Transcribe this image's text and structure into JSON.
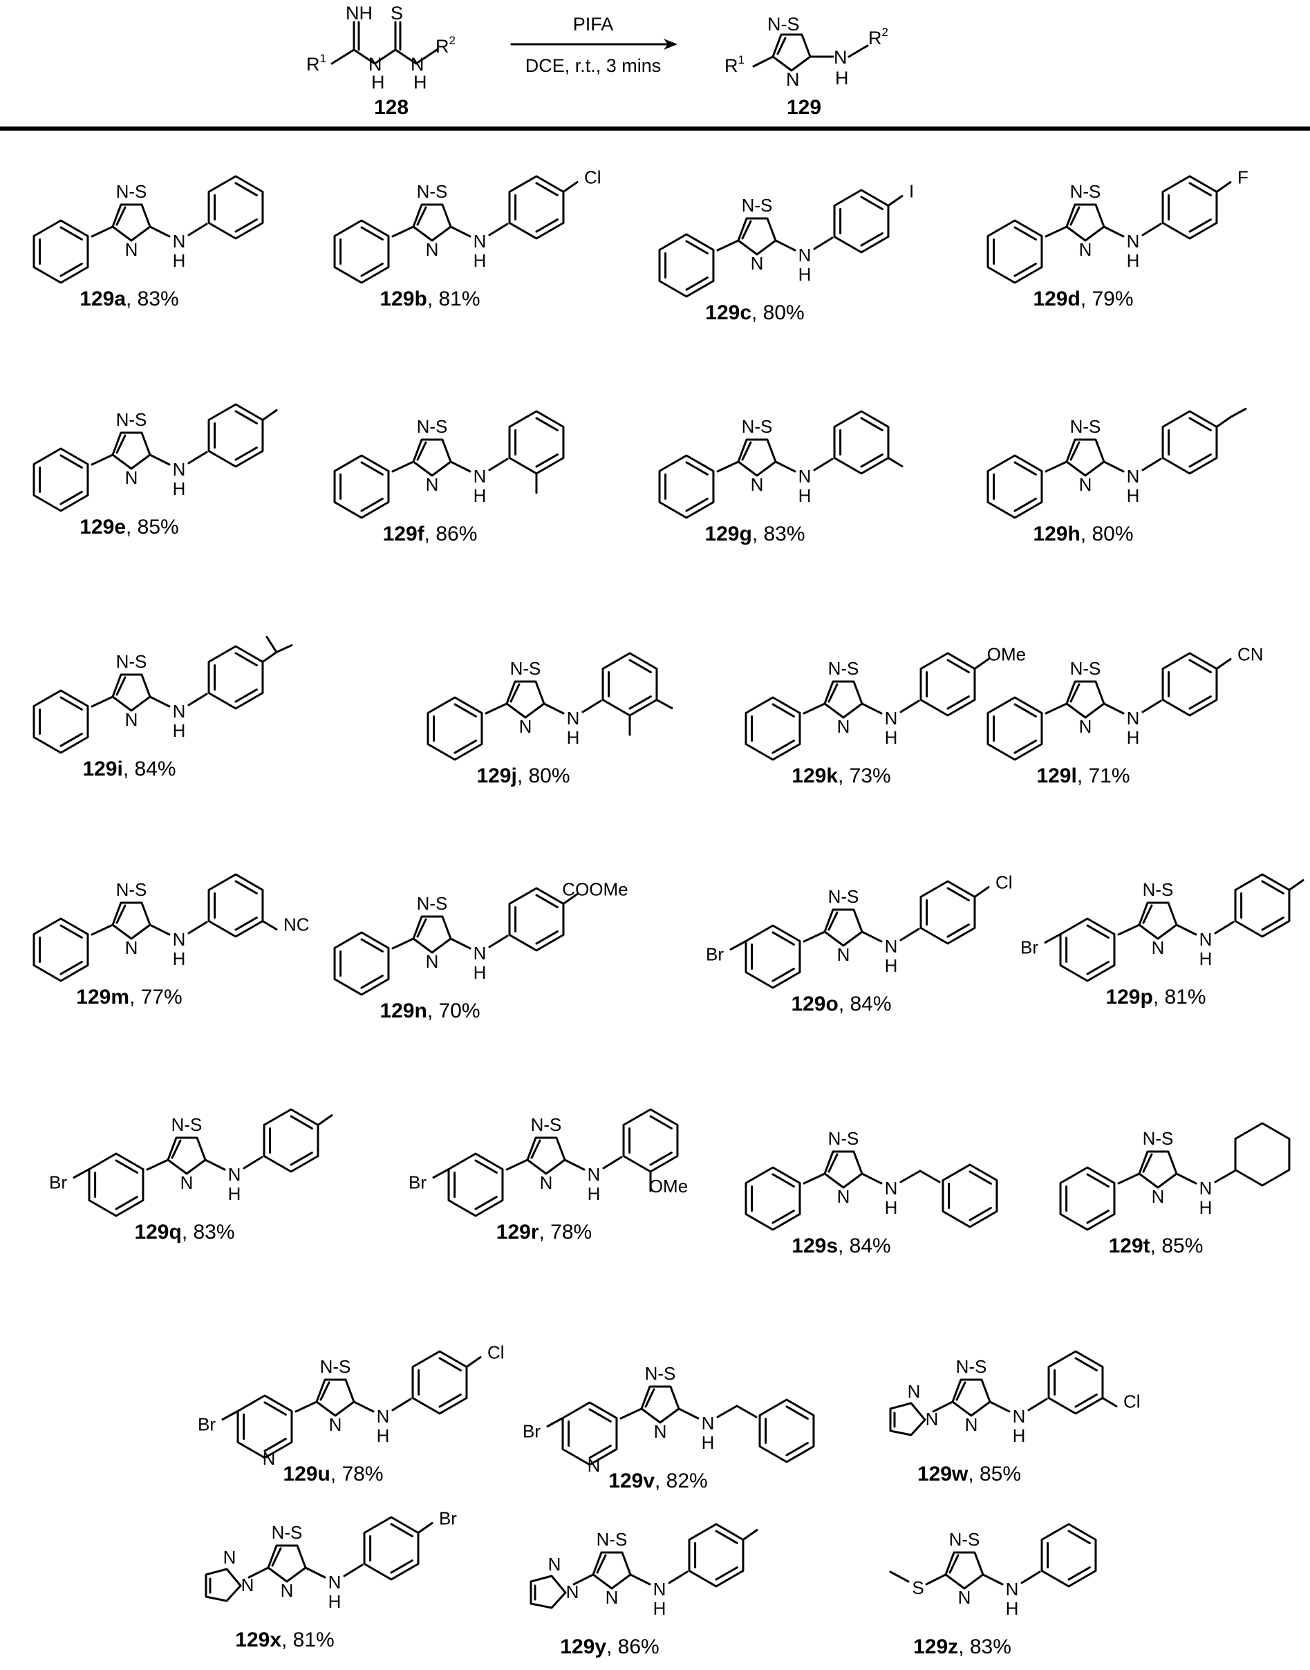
{
  "reaction": {
    "reagent": "PIFA",
    "conditions": "DCE, r.t., 3 mins",
    "reactant_id": "128",
    "product_id": "129",
    "labels": {
      "NH": "NH",
      "S": "S",
      "H": "H",
      "N": "N",
      "R": "R",
      "sup1": "1",
      "sup2": "2"
    }
  },
  "atom_labels": {
    "N": "N",
    "S": "S",
    "H": "H",
    "NS": "N-S",
    "Cl": "Cl",
    "I": "I",
    "F": "F",
    "Br": "Br",
    "OMe": "OMe",
    "CN": "CN",
    "NC": "NC",
    "COOMe": "COOMe"
  },
  "yield_suffix": ", ",
  "compounds": [
    {
      "id": "129a",
      "yield": "83%"
    },
    {
      "id": "129b",
      "yield": "81%"
    },
    {
      "id": "129c",
      "yield": "80%"
    },
    {
      "id": "129d",
      "yield": "79%"
    },
    {
      "id": "129e",
      "yield": "85%"
    },
    {
      "id": "129f",
      "yield": "86%"
    },
    {
      "id": "129g",
      "yield": "83%"
    },
    {
      "id": "129h",
      "yield": "80%"
    },
    {
      "id": "129i",
      "yield": "84%"
    },
    {
      "id": "129j",
      "yield": "80%"
    },
    {
      "id": "129k",
      "yield": "73%"
    },
    {
      "id": "129l",
      "yield": "71%"
    },
    {
      "id": "129m",
      "yield": "77%"
    },
    {
      "id": "129n",
      "yield": "70%"
    },
    {
      "id": "129o",
      "yield": "84%"
    },
    {
      "id": "129p",
      "yield": "81%"
    },
    {
      "id": "129q",
      "yield": "83%"
    },
    {
      "id": "129r",
      "yield": "78%"
    },
    {
      "id": "129s",
      "yield": "84%"
    },
    {
      "id": "129t",
      "yield": "85%"
    },
    {
      "id": "129u",
      "yield": "78%"
    },
    {
      "id": "129v",
      "yield": "82%"
    },
    {
      "id": "129w",
      "yield": "85%"
    },
    {
      "id": "129x",
      "yield": "81%"
    },
    {
      "id": "129y",
      "yield": "86%"
    },
    {
      "id": "129z",
      "yield": "83%"
    }
  ]
}
